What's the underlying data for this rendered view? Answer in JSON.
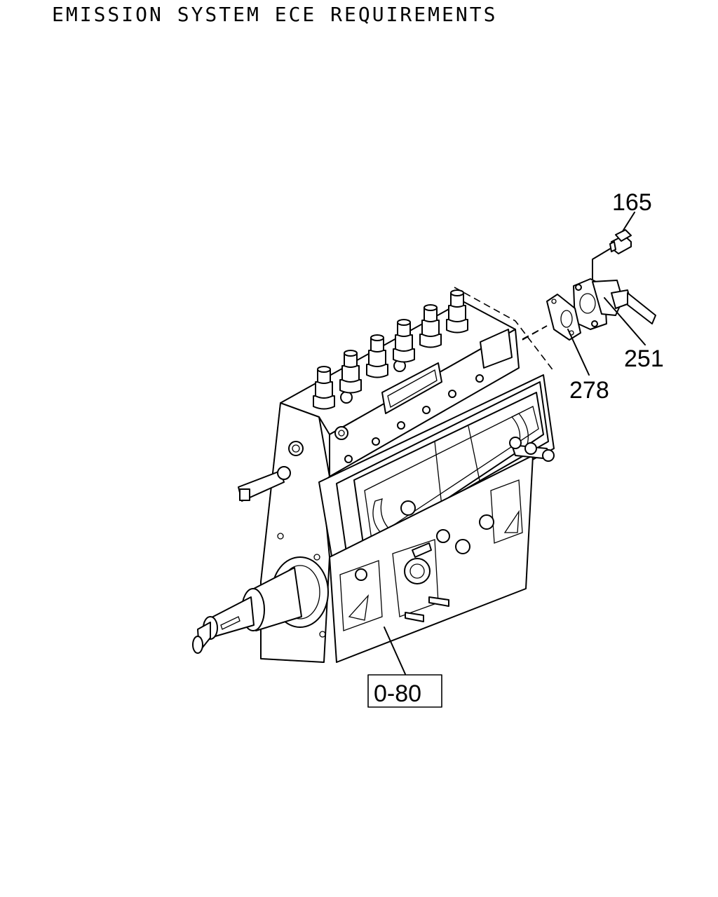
{
  "title": "EMISSION SYSTEM ECE REQUIREMENTS",
  "callouts": {
    "bolt": "165",
    "sensor": "251",
    "gasket": "278",
    "pump_ref": "0-80"
  }
}
